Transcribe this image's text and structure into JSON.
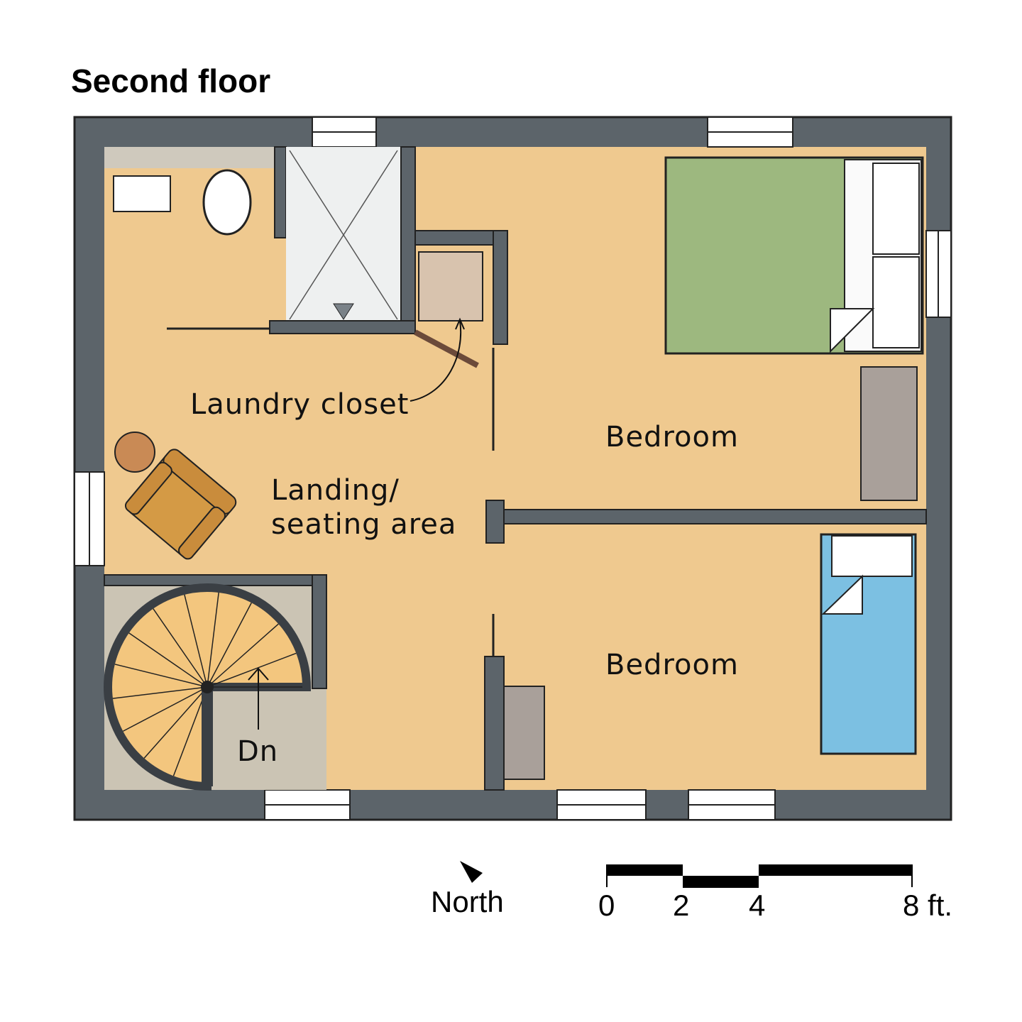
{
  "title": "Second floor",
  "rooms": {
    "laundry": "Laundry closet",
    "landing_line1": "Landing/",
    "landing_line2": "seating area",
    "bedroom_north": "Bedroom",
    "bedroom_south": "Bedroom",
    "stairs": "Dn"
  },
  "compass": {
    "label": "North"
  },
  "scale_bar": {
    "ticks": [
      "0",
      "2",
      "4",
      "8 ft."
    ]
  },
  "colors": {
    "wall": "#5c646a",
    "floor": "#efc98f",
    "green_bed": "#9db87f",
    "blue_bed": "#7cc0e2",
    "dresser": "#a9a09a",
    "stair_landing": "#cbc4b4",
    "stair": "#f3c67e"
  }
}
